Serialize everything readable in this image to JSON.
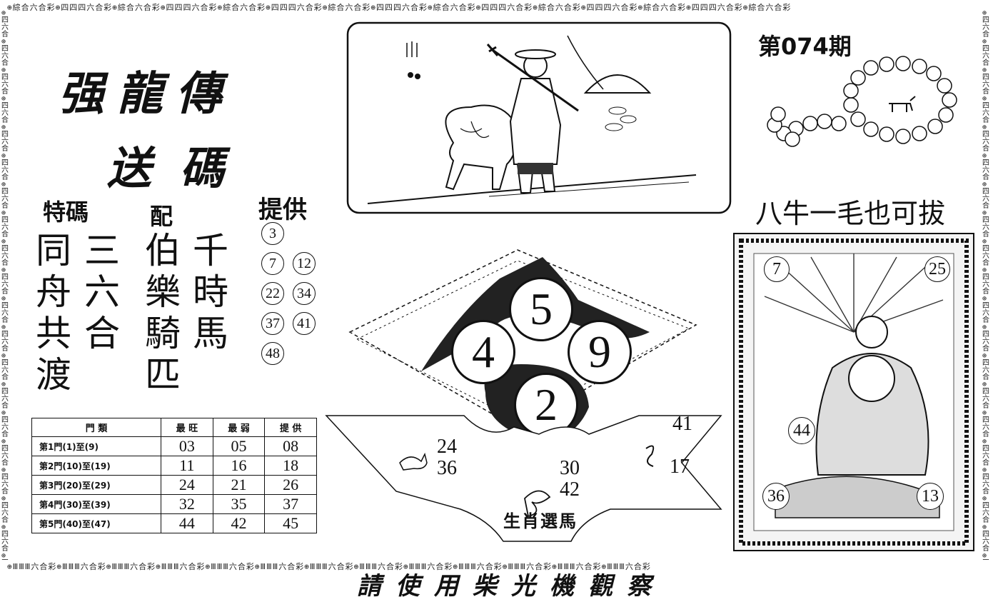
{
  "header": {
    "brush_title": "强龍傳",
    "brush_subtitle": "送碼",
    "issue": "第074期",
    "slogan": "八牛一毛也可拔",
    "footer": "請使用柴光機觀察"
  },
  "left_poem": {
    "te_ma_label": "特碼",
    "pei_label": "配",
    "tigong_label": "提供",
    "col1": "同舟共渡",
    "col2": "三六合",
    "col3": "伯樂騎匹",
    "col4": "千時馬"
  },
  "tigong_numbers": [
    "3",
    "7",
    "12",
    "22",
    "34",
    "37",
    "41",
    "48"
  ],
  "table": {
    "headers": [
      "門 類",
      "最 旺",
      "最 弱",
      "提 供"
    ],
    "rows": [
      [
        "第1門(1)至(9)",
        "03",
        "05",
        "08"
      ],
      [
        "第2門(10)至(19)",
        "11",
        "16",
        "18"
      ],
      [
        "第3門(20)至(29)",
        "24",
        "21",
        "26"
      ],
      [
        "第4門(30)至(39)",
        "32",
        "35",
        "37"
      ],
      [
        "第5門(40)至(47)",
        "44",
        "42",
        "45"
      ]
    ]
  },
  "center": {
    "balls": [
      "5",
      "4",
      "9",
      "2"
    ],
    "left_numbers": [
      "24",
      "36"
    ],
    "mid_numbers": [
      "30",
      "42"
    ],
    "right_numbers": [
      "41",
      "17"
    ],
    "banner_text": "生肖選馬"
  },
  "right_picture": {
    "numbers": [
      "7",
      "25",
      "44",
      "36",
      "13"
    ]
  }
}
